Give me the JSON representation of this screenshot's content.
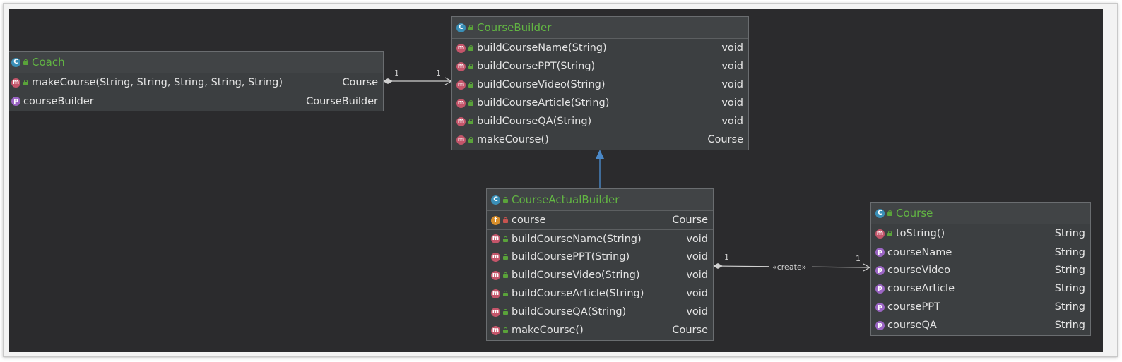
{
  "coach": {
    "name": "Coach",
    "methods": [
      {
        "signature": "makeCourse(String, String, String, String, String)",
        "type": "Course"
      }
    ],
    "properties": [
      {
        "signature": "courseBuilder",
        "type": "CourseBuilder"
      }
    ]
  },
  "course_builder": {
    "name": "CourseBuilder",
    "methods": [
      {
        "signature": "buildCourseName(String)",
        "type": "void"
      },
      {
        "signature": "buildCoursePPT(String)",
        "type": "void"
      },
      {
        "signature": "buildCourseVideo(String)",
        "type": "void"
      },
      {
        "signature": "buildCourseArticle(String)",
        "type": "void"
      },
      {
        "signature": "buildCourseQA(String)",
        "type": "void"
      },
      {
        "signature": "makeCourse()",
        "type": "Course"
      }
    ]
  },
  "course_actual_builder": {
    "name": "CourseActualBuilder",
    "fields": [
      {
        "signature": "course",
        "type": "Course"
      }
    ],
    "methods": [
      {
        "signature": "buildCourseName(String)",
        "type": "void"
      },
      {
        "signature": "buildCoursePPT(String)",
        "type": "void"
      },
      {
        "signature": "buildCourseVideo(String)",
        "type": "void"
      },
      {
        "signature": "buildCourseArticle(String)",
        "type": "void"
      },
      {
        "signature": "buildCourseQA(String)",
        "type": "void"
      },
      {
        "signature": "makeCourse()",
        "type": "Course"
      }
    ]
  },
  "course": {
    "name": "Course",
    "methods": [
      {
        "signature": "toString()",
        "type": "String"
      }
    ],
    "properties": [
      {
        "signature": "courseName",
        "type": "String"
      },
      {
        "signature": "courseVideo",
        "type": "String"
      },
      {
        "signature": "courseArticle",
        "type": "String"
      },
      {
        "signature": "coursePPT",
        "type": "String"
      },
      {
        "signature": "courseQA",
        "type": "String"
      }
    ]
  },
  "relations": {
    "coach_builder": {
      "source_mult": "1",
      "target_mult": "1"
    },
    "actual_course": {
      "source_mult": "1",
      "target_mult": "1",
      "stereotype": "«create»"
    }
  },
  "icons": {
    "class_badge": "C",
    "method_badge": "m",
    "field_badge": "f",
    "property_badge": "p"
  },
  "colors": {
    "canvas": "#2b2b2d",
    "class_name": "#62b543",
    "inheritance_arrow": "#4a88c7",
    "method_badge": "#c4556a",
    "class_badge": "#3a8fb7",
    "property_badge": "#9b65c4",
    "field_badge": "#d98f2b"
  }
}
